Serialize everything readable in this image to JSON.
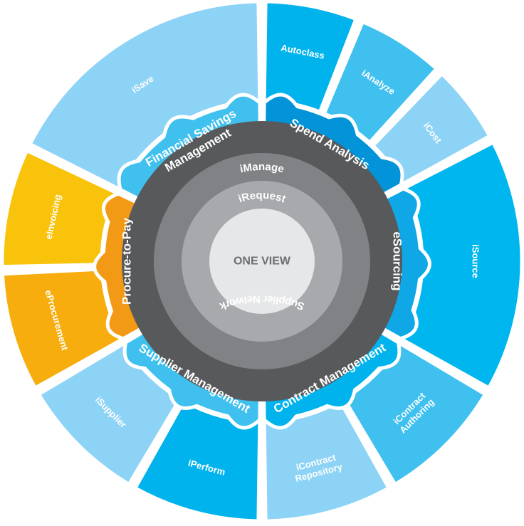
{
  "center": {
    "label": "ONE VIEW"
  },
  "rings": {
    "irequest": "iRequest",
    "imanage": "iManage",
    "supplier_network": "Supplier Network"
  },
  "modules": [
    {
      "id": "financial-savings",
      "label_lines": [
        "Financial Savings",
        "Management"
      ]
    },
    {
      "id": "spend-analysis",
      "label_lines": [
        "Spend Analysis"
      ]
    },
    {
      "id": "esourcing",
      "label_lines": [
        "eSourcing"
      ]
    },
    {
      "id": "contract-management",
      "label_lines": [
        "Contract Management"
      ]
    },
    {
      "id": "supplier-management",
      "label_lines": [
        "Supplier Management"
      ]
    },
    {
      "id": "procure-to-pay",
      "label_lines": [
        "Procure-to-Pay"
      ]
    }
  ],
  "tools": [
    {
      "id": "isave",
      "label_lines": [
        "iSave"
      ]
    },
    {
      "id": "autoclass",
      "label_lines": [
        "Autoclass"
      ]
    },
    {
      "id": "ianalyze",
      "label_lines": [
        "iAnalyze"
      ]
    },
    {
      "id": "icost",
      "label_lines": [
        "iCost"
      ]
    },
    {
      "id": "isource",
      "label_lines": [
        "iSource"
      ]
    },
    {
      "id": "icontract-authoring",
      "label_lines": [
        "iContract",
        "Authoring"
      ]
    },
    {
      "id": "icontract-repository",
      "label_lines": [
        "iContract",
        "Repository"
      ]
    },
    {
      "id": "iperform",
      "label_lines": [
        "iPerform"
      ]
    },
    {
      "id": "isupplier",
      "label_lines": [
        "iSupplier"
      ]
    },
    {
      "id": "eprocurement",
      "label_lines": [
        "eProcurement"
      ]
    },
    {
      "id": "einvoicing",
      "label_lines": [
        "eInvoicing"
      ]
    }
  ],
  "colors": {
    "financial_module": "#3fc0ee",
    "financial_tool": "#8dd3f5",
    "spend_module": "#0293d8",
    "spend_tool_1": "#00b3ec",
    "spend_tool_2": "#3fc0ee",
    "spend_tool_3": "#8dd3f5",
    "esourcing_module": "#10a7e6",
    "esourcing_tool": "#00b6ef",
    "contract_module": "#00b3ec",
    "contract_tool_1": "#3fc0ee",
    "contract_tool_2": "#8dd3f5",
    "supplier_module": "#3fc0ee",
    "supplier_tool_1": "#8dd3f5",
    "supplier_tool_2": "#00b3ec",
    "p2p_module": "#f29a16",
    "p2p_tool_1": "#f6ad0d",
    "p2p_tool_2": "#f9c20b",
    "ring_outer": "#58595b",
    "ring_mid": "#808285",
    "ring_inner": "#a7a9ac",
    "center_fill": "#e6e7e8",
    "center_text": "#6d6e71"
  }
}
